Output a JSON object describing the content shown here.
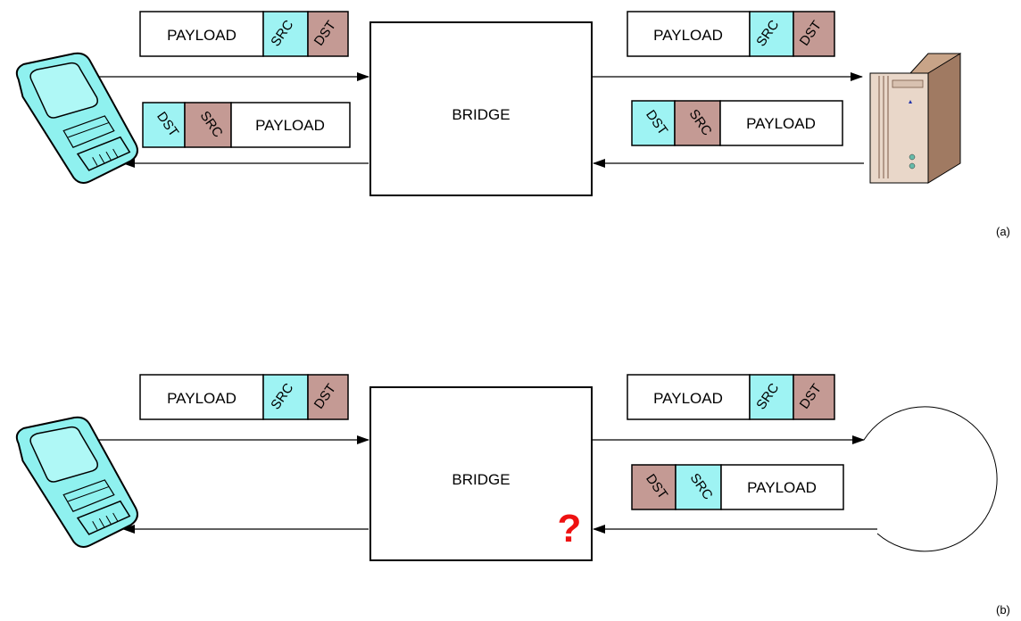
{
  "panel_a": {
    "bridge_label": "BRIDGE",
    "caption": "(a)",
    "frame_in_left": {
      "payload": "PAYLOAD",
      "src": "SRC",
      "dst": "DST"
    },
    "frame_out_left": {
      "dst": "DST",
      "src": "SRC",
      "payload": "PAYLOAD"
    },
    "frame_in_right": {
      "payload": "PAYLOAD",
      "src": "SRC",
      "dst": "DST"
    },
    "frame_out_right": {
      "dst": "DST",
      "src": "SRC",
      "payload": "PAYLOAD"
    }
  },
  "panel_b": {
    "bridge_label": "BRIDGE",
    "caption": "(b)",
    "question_mark": "?",
    "frame_in_left": {
      "payload": "PAYLOAD",
      "src": "SRC",
      "dst": "DST"
    },
    "frame_in_right": {
      "payload": "PAYLOAD",
      "src": "SRC",
      "dst": "DST"
    },
    "frame_loop": {
      "dst": "DST",
      "src": "SRC",
      "payload": "PAYLOAD"
    }
  },
  "colors": {
    "src_fill": "#9ef3f3",
    "dst_fill": "#c49a94",
    "device_fill": "#8ff1ef",
    "server_fill": "#a07a62",
    "question_color": "#ee1111"
  },
  "icons": [
    "handheld-device-icon",
    "server-tower-icon",
    "loop-icon"
  ]
}
